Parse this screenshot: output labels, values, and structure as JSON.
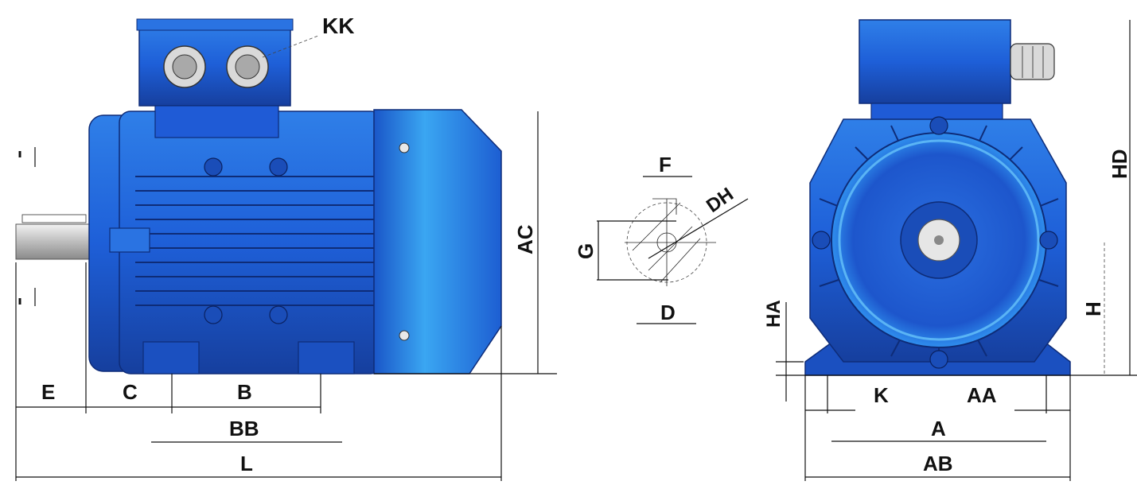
{
  "labels": {
    "kk": "KK",
    "ac": "AC",
    "e": "E",
    "c": "C",
    "b": "B",
    "bb": "BB",
    "l": "L",
    "f": "F",
    "dh": "DH",
    "g": "G",
    "d": "D",
    "hd": "HD",
    "ha": "HA",
    "h": "H",
    "k": "K",
    "aa": "AA",
    "a": "A",
    "ab": "AB"
  },
  "colors": {
    "motor_body": "#1f5bd6",
    "motor_light": "#3aa0f0",
    "motor_dark": "#163f9e",
    "shaft": "#c8c8c8",
    "line": "#111111"
  }
}
